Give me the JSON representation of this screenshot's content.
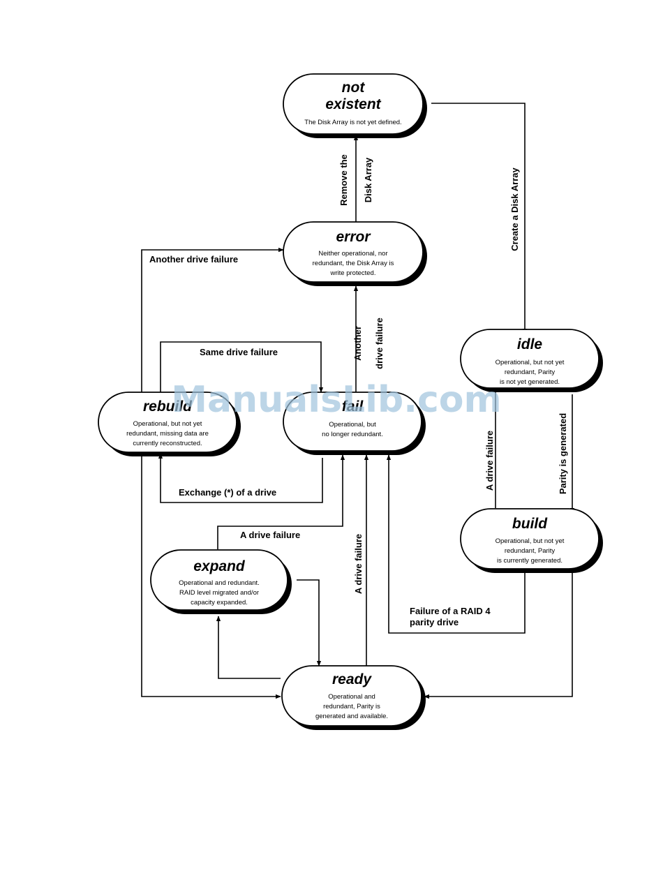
{
  "states": {
    "not_existent": {
      "title_lines": [
        "not",
        "existent"
      ],
      "desc_lines": [
        "The Disk Array is not yet defined."
      ]
    },
    "error": {
      "title_lines": [
        "error"
      ],
      "desc_lines": [
        "Neither operational, nor",
        "redundant, the Disk Array is",
        "write protected."
      ]
    },
    "idle": {
      "title_lines": [
        "idle"
      ],
      "desc_lines": [
        "Operational, but not yet",
        "redundant, Parity",
        "is not yet generated."
      ]
    },
    "rebuild": {
      "title_lines": [
        "rebuild"
      ],
      "desc_lines": [
        "Operational, but not yet",
        "redundant, missing data are",
        "currently reconstructed."
      ]
    },
    "fail": {
      "title_lines": [
        "fail"
      ],
      "desc_lines": [
        "Operational, but",
        "no longer redundant."
      ]
    },
    "build": {
      "title_lines": [
        "build"
      ],
      "desc_lines": [
        "Operational, but not yet",
        "redundant, Parity",
        "is currently generated."
      ]
    },
    "expand": {
      "title_lines": [
        "expand"
      ],
      "desc_lines": [
        "Operational and redundant.",
        "RAID level migrated and/or",
        "capacity expanded."
      ]
    },
    "ready": {
      "title_lines": [
        "ready"
      ],
      "desc_lines": [
        "Operational and",
        "redundant, Parity is",
        "generated and available."
      ]
    }
  },
  "transitions": {
    "remove_disk_array": [
      "Remove the",
      "Disk Array"
    ],
    "create_disk_array": [
      "Create a Disk Array"
    ],
    "another_drive_failure_rebuild": [
      "Another drive failure"
    ],
    "another_drive_failure_fail": [
      "Another",
      "drive failure"
    ],
    "same_drive_failure": [
      "Same drive failure"
    ],
    "exchange_drive": [
      "Exchange (*) of a drive"
    ],
    "a_drive_failure_expand": [
      "A drive failure"
    ],
    "a_drive_failure_ready": [
      "A drive failure"
    ],
    "a_drive_failure_build": [
      "A drive failure"
    ],
    "parity_is_generated": [
      "Parity is generated"
    ],
    "raid4_parity_failure": [
      "Failure of a RAID 4",
      "parity drive"
    ]
  },
  "watermark": "ManualsLib.com"
}
